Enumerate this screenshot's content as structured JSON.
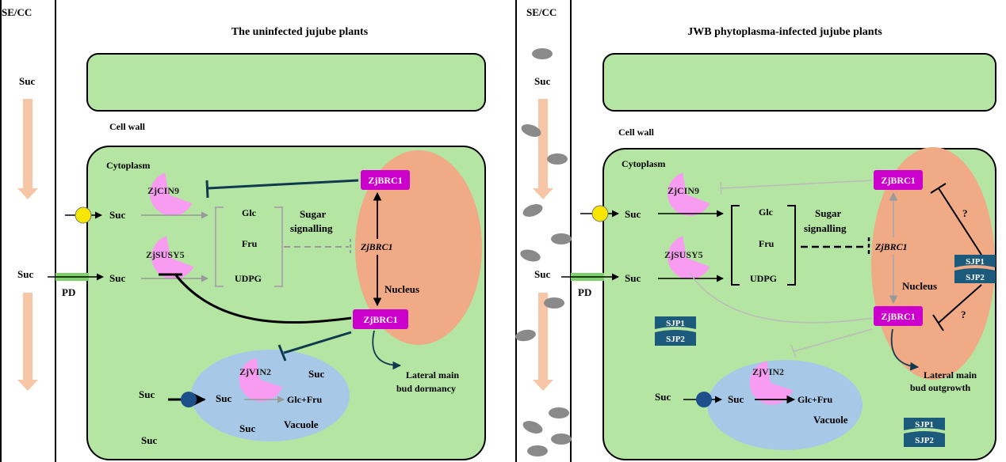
{
  "left": {
    "title": "The uninfected jujube plants",
    "sieve": "SE/CC",
    "suc_top": "Suc",
    "cell_wall": "Cell wall",
    "cytoplasm": "Cytoplasm",
    "suc_in1": "Suc",
    "suc_in2": "Suc",
    "suc_outer": "Suc",
    "pd": "PD",
    "zjcin9": "ZjCIN9",
    "zjsusy5": "ZjSUSY5",
    "zjbrc1_top": "ZjBRC1",
    "zjbrc1_bottom": "ZjBRC1",
    "zjbrc1_gene": "ZjBRC1",
    "glc": "Glc",
    "fru": "Fru",
    "udpg": "UDPG",
    "sugar1": "Sugar",
    "sugar2": "signalling",
    "nucleus": "Nucleus",
    "zjvin2": "ZjVIN2",
    "vac_suc_right": "Suc",
    "vac_suc_left": "Suc",
    "vac_suc_bottom": "Suc",
    "glcfru": "Glc+Fru",
    "vacuole": "Vacuole",
    "suc_outside": "Suc",
    "suc_bottom": "Suc",
    "outcome1": "Lateral main",
    "outcome2": "bud dormancy"
  },
  "right": {
    "title": "JWB phytoplasma-infected jujube plants",
    "sieve": "SE/CC",
    "suc_top": "Suc",
    "cell_wall": "Cell wall",
    "cytoplasm": "Cytoplasm",
    "suc_in1": "Suc",
    "suc_in2": "Suc",
    "suc_outer": "Suc",
    "pd": "PD",
    "zjcin9": "ZjCIN9",
    "zjsusy5": "ZjSUSY5",
    "zjbrc1_top": "ZjBRC1",
    "zjbrc1_bottom": "ZjBRC1",
    "zjbrc1_gene": "ZjBRC1",
    "glc": "Glc",
    "fru": "Fru",
    "udpg": "UDPG",
    "sugar1": "Sugar",
    "sugar2": "signalling",
    "nucleus": "Nucleus",
    "question1": "?",
    "question2": "?",
    "sjp1": "SJP1",
    "sjp2": "SJP2",
    "zjvin2": "ZjVIN2",
    "vac_suc": "Suc",
    "glcfru": "Glc+Fru",
    "vacuole": "Vacuole",
    "suc_outside": "Suc",
    "outcome1": "Lateral main",
    "outcome2": "bud outgrowth"
  },
  "colors": {
    "cell": "#b5e5a2",
    "nucleus": "#f0aa85",
    "vacuole": "#a8c8e8",
    "enzyme": "#f79cf0",
    "brc": "#cc00cc",
    "sjp": "#1b5a7a",
    "transport": "#f6c6a7",
    "phytoplasma": "#8a8a8a"
  }
}
